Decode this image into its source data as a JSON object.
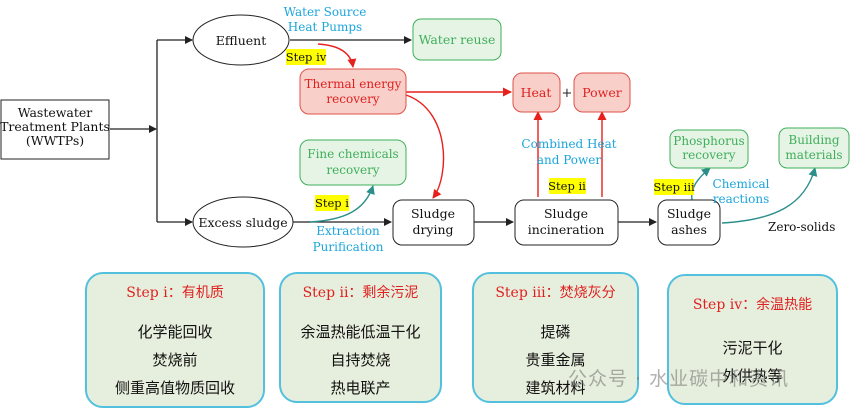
{
  "nodes": {
    "wwtp": "Wastewater\nTreatment Plants\n(WWTPs)",
    "effluent": "Effluent",
    "water_reuse": "Water reuse",
    "thermal_recovery": "Thermal energy\nrecovery",
    "heat": "Heat",
    "plus": "+",
    "power": "Power",
    "fine_chemicals": "Fine chemicals\nrecovery",
    "excess_sludge": "Excess sludge",
    "sludge_drying": "Sludge\ndrying",
    "sludge_incineration": "Sludge\nincineration",
    "sludge_ashes": "Sludge\nashes",
    "phosphorus_recovery": "Phosphorus\nrecovery",
    "building_materials": "Building\nmaterials"
  },
  "labels": {
    "water_source_heat_pumps": "Water Source\nHeat Pumps",
    "combined_heat_power": "Combined Heat\nand Power",
    "extraction_purification": "Extraction\nPurification",
    "chemical_reactions": "Chemical\nreactions",
    "zero_solids": "Zero-solids"
  },
  "steps": {
    "i": "Step i",
    "ii": "Step ii",
    "iii": "Step iii",
    "iv": "Step iv"
  },
  "cards": [
    {
      "title": "Step i：有机质",
      "lines": [
        "化学能回收",
        "焚烧前",
        "侧重高值物质回收"
      ]
    },
    {
      "title": "Step ii：剩余污泥",
      "lines": [
        "余温热能低温干化",
        "自持焚烧",
        "热电联产"
      ]
    },
    {
      "title": "Step iii：焚烧灰分",
      "lines": [
        "提磷",
        "贵重金属",
        "建筑材料"
      ]
    },
    {
      "title": "Step iv：余温热能",
      "lines": [
        "污泥干化",
        "外供热等"
      ]
    }
  ],
  "watermark": "公众号 · 水业碳中和资讯",
  "colors": {
    "cyan_text": "#1ba5dc",
    "green_border": "#3fae5a",
    "green_fill": "#e6f4e6",
    "red_border": "#e0504b",
    "red_fill": "#f8cfc9",
    "step_yellow": "#ffff00",
    "card_fill": "#e6efdd",
    "card_border": "#53c0de",
    "card_title": "#e02020"
  }
}
